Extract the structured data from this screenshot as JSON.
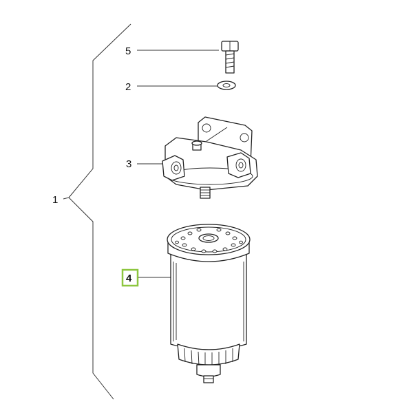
{
  "diagram": {
    "callouts": [
      {
        "id": "1",
        "label": "1"
      },
      {
        "id": "2",
        "label": "2"
      },
      {
        "id": "3",
        "label": "3"
      },
      {
        "id": "4",
        "label": "4",
        "highlighted": true
      },
      {
        "id": "5",
        "label": "5"
      }
    ],
    "highlight_color": "#8dc63f",
    "line_color": "#333333"
  }
}
